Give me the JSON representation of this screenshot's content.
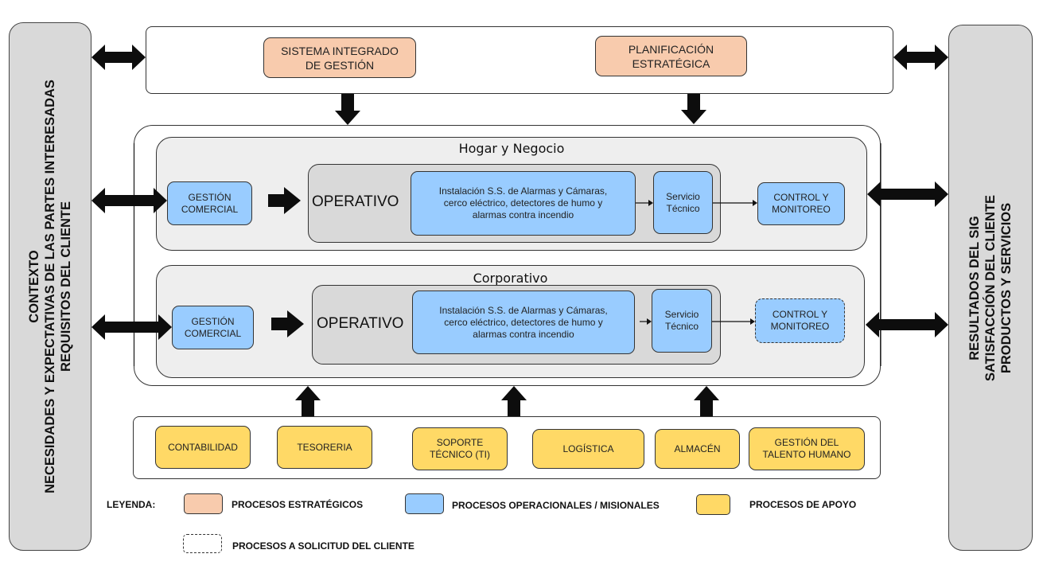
{
  "left_panel": {
    "lines": [
      "CONTEXTO",
      "NECESIDADES Y EXPECTATIVAS  DE LAS PARTES INTERESADAS",
      "REQUISITOS DEL CLIENTE"
    ]
  },
  "right_panel": {
    "lines": [
      "RESULTADOS DEL SIG",
      "SATISFACCIÓN DEL CLIENTE",
      "PRODUCTOS Y SERVICIOS"
    ]
  },
  "strategic": {
    "items": [
      {
        "line1": "SISTEMA INTEGRADO",
        "line2": "DE GESTIÓN"
      },
      {
        "line1": "PLANIFICACIÓN",
        "line2": "ESTRATÉGICA"
      }
    ]
  },
  "groups": [
    {
      "title": "Hogar y Negocio",
      "commercial": {
        "line1": "GESTIÓN",
        "line2": "COMERCIAL"
      },
      "operative_label": "OPERATIVO",
      "installation": {
        "line1": "Instalación S.S. de Alarmas y Cámaras,",
        "line2": "cerco eléctrico, detectores de humo y",
        "line3": "alarmas contra incendio"
      },
      "service": {
        "line1": "Servicio",
        "line2": "Técnico"
      },
      "control": {
        "line1": "CONTROL Y",
        "line2": "MONITOREO",
        "on_request": false
      }
    },
    {
      "title": "Corporativo",
      "commercial": {
        "line1": "GESTIÓN",
        "line2": "COMERCIAL"
      },
      "operative_label": "OPERATIVO",
      "installation": {
        "line1": "Instalación S.S. de Alarmas y Cámaras,",
        "line2": "cerco eléctrico, detectores de humo y",
        "line3": "alarmas contra incendio"
      },
      "service": {
        "line1": "Servicio",
        "line2": "Técnico"
      },
      "control": {
        "line1": "CONTROL Y",
        "line2": "MONITOREO",
        "on_request": true
      }
    }
  ],
  "support": {
    "items": [
      {
        "line1": "CONTABILIDAD",
        "line2": ""
      },
      {
        "line1": "TESORERIA",
        "line2": ""
      },
      {
        "line1": "SOPORTE",
        "line2": "TÉCNICO (TI)"
      },
      {
        "line1": "LOGÍSTICA",
        "line2": ""
      },
      {
        "line1": "ALMACÉN",
        "line2": ""
      },
      {
        "line1": "GESTIÓN DEL",
        "line2": "TALENTO HUMANO"
      }
    ]
  },
  "legend": {
    "title": "LEYENDA:",
    "items": [
      {
        "label": "PROCESOS ESTRATÉGICOS",
        "color": "#f8cbad"
      },
      {
        "label": "PROCESOS OPERACIONALES / MISIONALES",
        "color": "#99ccff"
      },
      {
        "label": "PROCESOS DE APOYO",
        "color": "#ffd966"
      },
      {
        "label": "PROCESOS A SOLICITUD DEL CLIENTE",
        "style": "dashed"
      }
    ]
  },
  "colors": {
    "strategic": "#f8cbad",
    "operational": "#99ccff",
    "support": "#ffd966",
    "side_panel": "#d9d9d9",
    "group_bg": "#eeeeee",
    "arrow": "#0d0d0d"
  }
}
